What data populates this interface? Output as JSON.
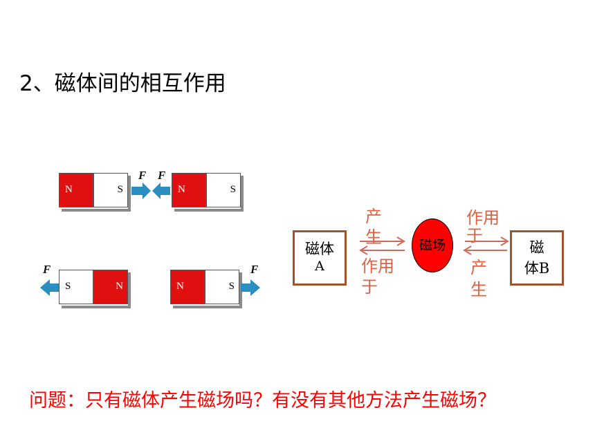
{
  "title": "2、磁体间的相互作用",
  "force_label": "F",
  "magnets": {
    "m1": {
      "left": "N",
      "right": "S"
    },
    "m2": {
      "left": "N",
      "right": "S"
    },
    "m3": {
      "left": "S",
      "right": "N"
    },
    "m4": {
      "left": "N",
      "right": "S"
    }
  },
  "diagram": {
    "box_a": {
      "line1": "磁体",
      "line2": "A"
    },
    "box_b": {
      "line1": "磁",
      "line2": "体B"
    },
    "field": "磁场",
    "left_top": {
      "line1": "产",
      "line2": "生"
    },
    "left_bottom": {
      "line1": "作用",
      "line2": "于"
    },
    "right_top": {
      "line1": "作用",
      "line2": "于"
    },
    "right_bottom": {
      "line1": "产",
      "line2": "生"
    }
  },
  "question": "问题：只有磁体产生磁场吗？有没有其他方法产生磁场？",
  "colors": {
    "magnet_red": "#e01010",
    "arrow_blue": "#2a8fc0",
    "box_border": "#a0522d",
    "label_red": "#e06040"
  }
}
